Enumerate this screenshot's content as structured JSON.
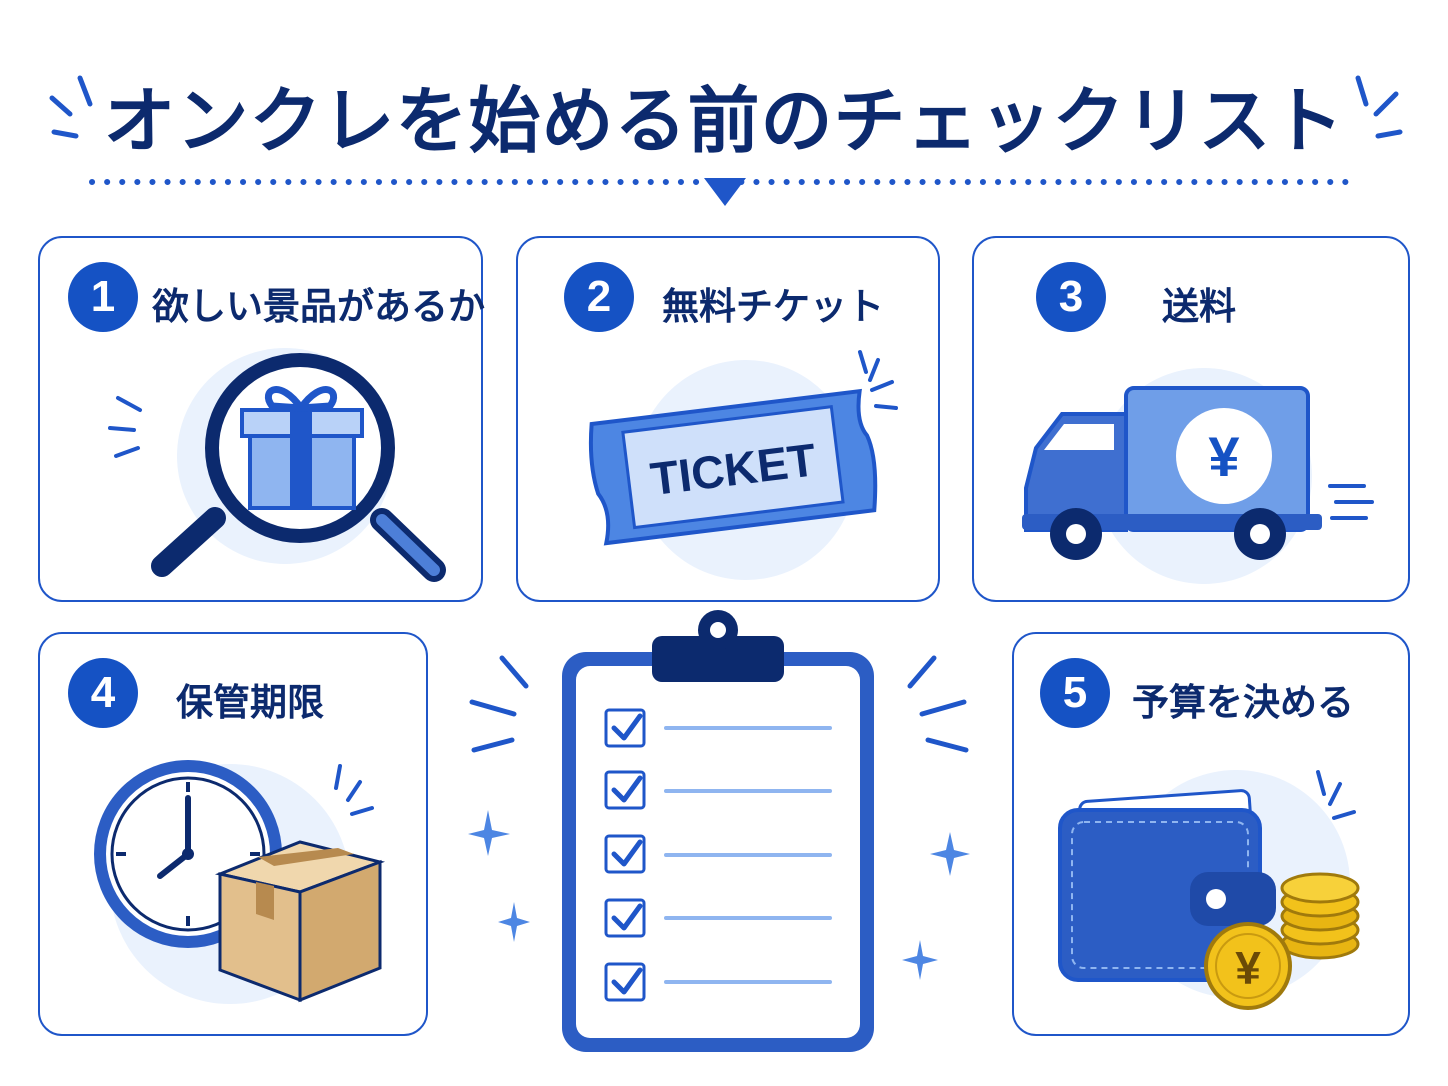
{
  "title": "オンクレを始める前のチェックリスト",
  "colors": {
    "primary": "#1552c4",
    "navy": "#0c2a6e",
    "light": "#a9c7f5",
    "bg_circle": "#eaf2fd",
    "coin": "#f2c21b",
    "box": "#e2bf8c"
  },
  "items": [
    {
      "number": "1",
      "label": "欲しい景品があるか",
      "icon": "magnifier-gift-icon"
    },
    {
      "number": "2",
      "label": "無料チケット",
      "icon": "ticket-icon",
      "icon_text": "TICKET"
    },
    {
      "number": "3",
      "label": "送料",
      "icon": "truck-yen-icon",
      "icon_text": "¥"
    },
    {
      "number": "4",
      "label": "保管期限",
      "icon": "clock-box-icon"
    },
    {
      "number": "5",
      "label": "予算を決める",
      "icon": "wallet-coins-icon",
      "icon_text": "¥"
    }
  ],
  "center_icon": "clipboard-checklist-icon"
}
